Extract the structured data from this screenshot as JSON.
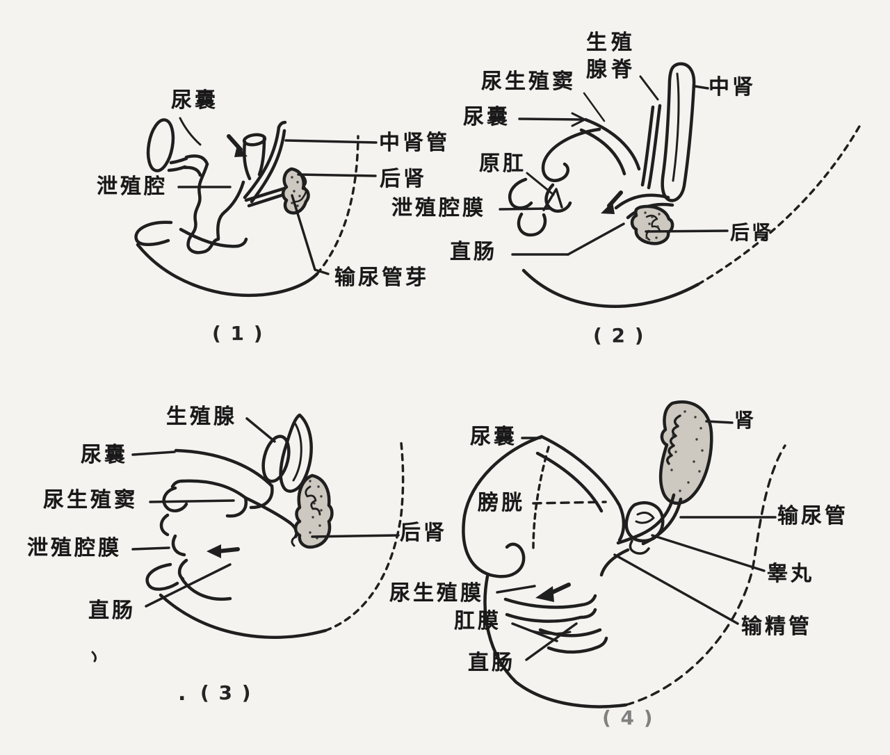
{
  "figure": {
    "description": "四幅泄殖腔与泌尿生殖系统胚胎发育示意图",
    "language": "zh",
    "paper_color": "#f4f3f0",
    "ink_color": "#1f1f1f",
    "stipple_fill": "#cdc8c0"
  },
  "panels": [
    {
      "caption": "( 1 )",
      "labels": {
        "allantois": "尿囊",
        "cloaca": "泄殖腔",
        "mesonephric_duct": "中肾管",
        "metanephros": "后肾",
        "ureteric_bud": "输尿管芽"
      }
    },
    {
      "caption": "( 2 )",
      "labels": {
        "genital_ridge": "生殖\n腺脊",
        "urogenital_sinus": "尿生殖窦",
        "mesonephros": "中肾",
        "allantois": "尿囊",
        "proctodeum": "原肛",
        "cloacal_membrane": "泄殖腔膜",
        "rectum": "直肠",
        "metanephros": "后肾"
      }
    },
    {
      "caption": "( 3 )",
      "stray_mark": ".",
      "labels": {
        "gonad": "生殖腺",
        "allantois": "尿囊",
        "urogenital_sinus": "尿生殖窦",
        "cloacal_membrane": "泄殖腔膜",
        "rectum": "直肠",
        "metanephros": "后肾"
      }
    },
    {
      "caption": "( 4 )",
      "labels": {
        "allantois": "尿囊",
        "kidney": "肾",
        "bladder": "膀胱",
        "ureter": "输尿管",
        "testis": "睾丸",
        "urogenital_membrane": "尿生殖膜",
        "anal_membrane": "肛膜",
        "vas_deferens": "输精管",
        "rectum": "直肠"
      }
    }
  ]
}
